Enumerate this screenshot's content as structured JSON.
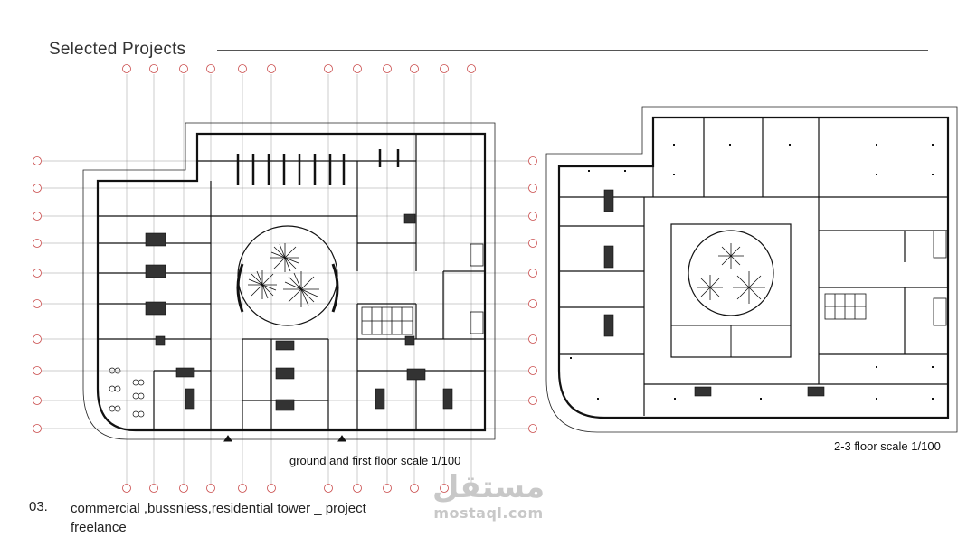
{
  "header": {
    "title": "Selected Projects"
  },
  "plans": {
    "ground_caption": "ground and first floor scale 1/100",
    "upper_caption": "2-3 floor scale 1/100"
  },
  "project": {
    "number": "03.",
    "description_line1": "commercial ,bussniess,residential tower _ project",
    "description_line2": "freelance"
  },
  "watermark": {
    "arabic": "مستقل",
    "latin": "mostaql.com"
  },
  "colors": {
    "gridline": "#c94a4a",
    "plan_line": "#111111",
    "rule": "#555555"
  }
}
